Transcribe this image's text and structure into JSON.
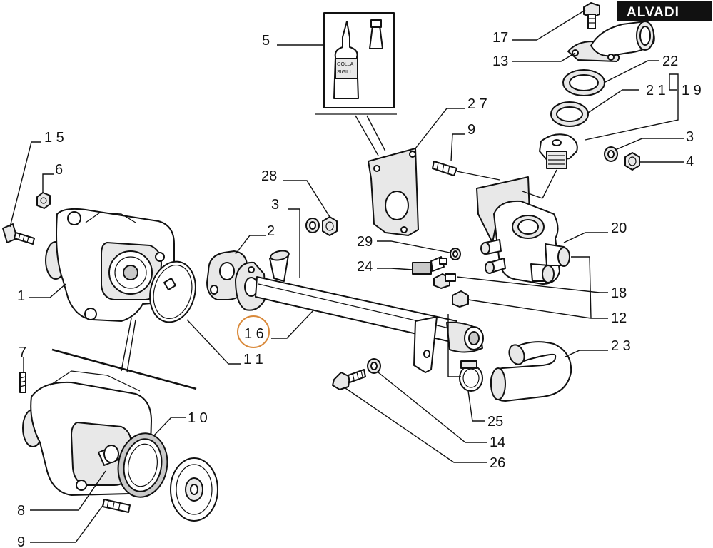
{
  "brand": "ALVADI",
  "accent_color": "#d9893a",
  "highlighted_callout": "1 6",
  "callouts": {
    "c1": "1",
    "c2": "2",
    "c3a": "3",
    "c3b": "3",
    "c4": "4",
    "c5": "5",
    "c6": "6",
    "c7": "7",
    "c8": "8",
    "c9a": "9",
    "c9b": "9",
    "c10": "1 0",
    "c11": "1 1",
    "c12": "12",
    "c13": "13",
    "c14": "14",
    "c15": "1 5",
    "c16": "1 6",
    "c17": "17",
    "c18": "18",
    "c19": "1 9",
    "c20": "20",
    "c21": "2 1",
    "c22": "22",
    "c23": "2 3",
    "c24": "24",
    "c25": "25",
    "c26": "26",
    "c27": "2 7",
    "c28": "28",
    "c29": "29"
  },
  "sealant_tube_label_1": "GOLLA",
  "sealant_tube_label_2": "SIGILL."
}
